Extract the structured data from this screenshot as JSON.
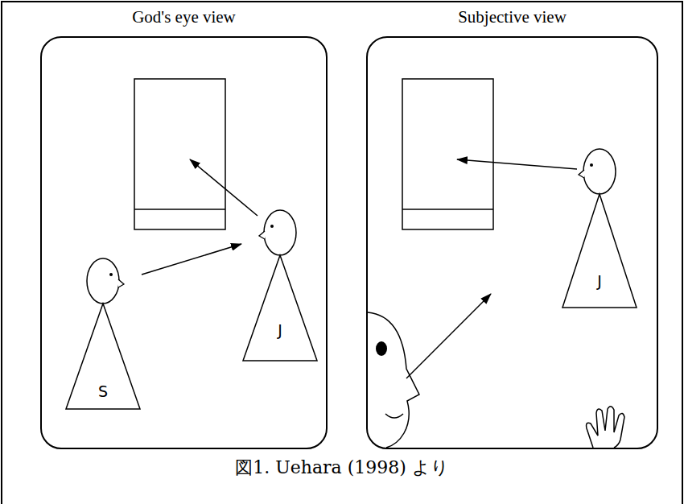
{
  "diagram": {
    "caption": "図1. Uehara (1998) より",
    "nodes": [
      {
        "text": [
          "God's eye view"
        ]
      },
      {
        "text": [
          "Subjective view"
        ]
      },
      {
        "text": [
          "S"
        ],
        "in": 0
      },
      {
        "text": [
          "J"
        ],
        "in": 0
      },
      {
        "text": [
          "J"
        ],
        "in": 1
      }
    ],
    "edges": [
      {
        "from": 2,
        "to": 3,
        "arrow": "to"
      }
    ]
  }
}
